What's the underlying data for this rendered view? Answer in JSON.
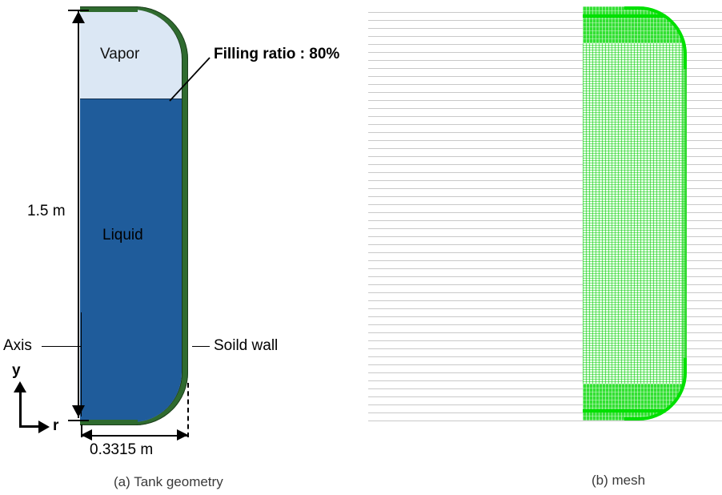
{
  "figure": {
    "panel_a": {
      "caption": "(a) Tank geometry",
      "regions": {
        "vapor_label": "Vapor",
        "liquid_label": "Liquid"
      },
      "annotations": {
        "filling_ratio": "Filling ratio : 80%",
        "axis": "Axis",
        "solid_wall": "Soild wall"
      },
      "dimensions": {
        "height": "1.5 m",
        "radius": "0.3315 m"
      },
      "coordinates": {
        "vertical_axis": "y",
        "radial_axis": "r"
      },
      "colors": {
        "vapor": "#dbe7f4",
        "liquid": "#1f5c9b",
        "wall": "#2f6b2f",
        "outline": "#1d3f1d"
      }
    },
    "panel_b": {
      "caption": "(b) mesh",
      "colors": {
        "mesh_grid": "#00c800",
        "mesh_boundary": "#33e033",
        "scanline": "#8c8c8c"
      }
    }
  }
}
